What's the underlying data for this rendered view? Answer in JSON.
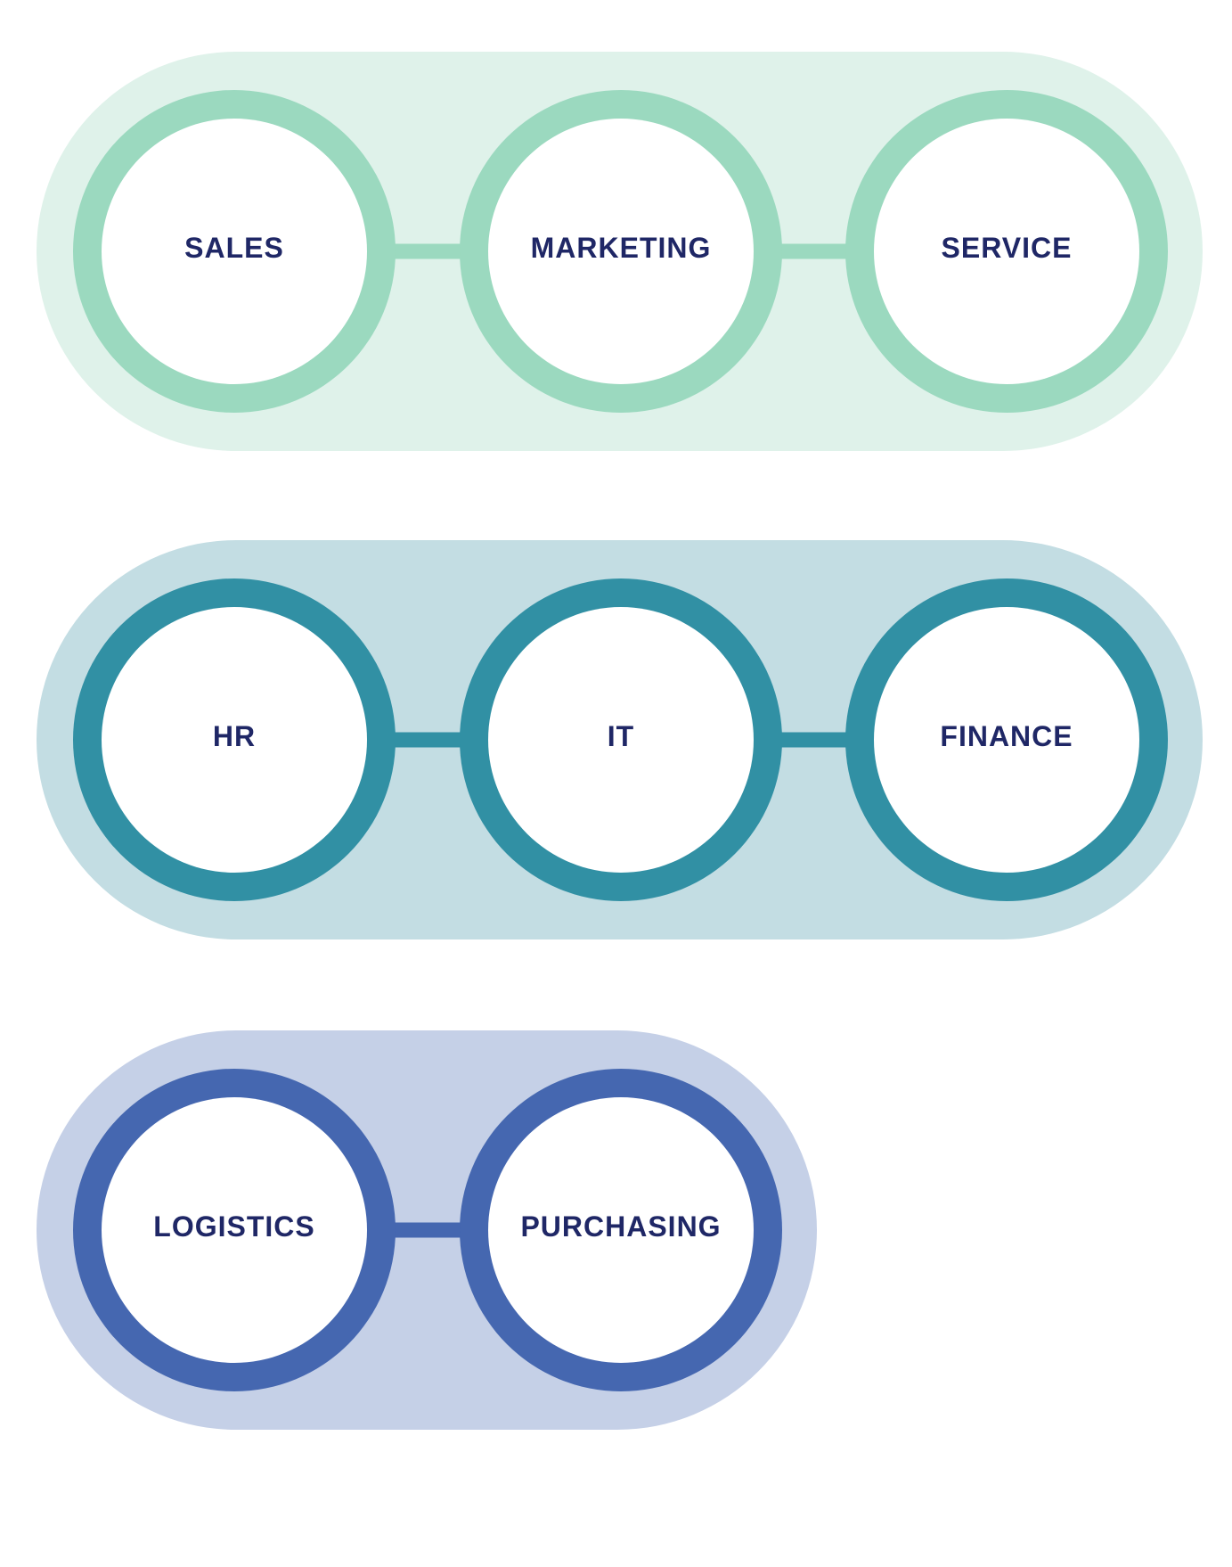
{
  "groups": [
    {
      "id": "front-office",
      "colors": {
        "background": "#dff2ea",
        "ring": "#9bd9bf",
        "connector": "#9bd9bf"
      },
      "nodes": [
        {
          "label": "SALES"
        },
        {
          "label": "MARKETING"
        },
        {
          "label": "SERVICE"
        }
      ]
    },
    {
      "id": "support",
      "colors": {
        "background": "#c3dde3",
        "ring": "#3190a4",
        "connector": "#3190a4"
      },
      "nodes": [
        {
          "label": "HR"
        },
        {
          "label": "IT"
        },
        {
          "label": "FINANCE"
        }
      ]
    },
    {
      "id": "supply",
      "colors": {
        "background": "#c5d0e7",
        "ring": "#4567b0",
        "connector": "#4567b0"
      },
      "nodes": [
        {
          "label": "LOGISTICS"
        },
        {
          "label": "PURCHASING"
        }
      ]
    }
  ],
  "colors": {
    "node_fill": "#ffffff",
    "label": "#1f2766"
  }
}
